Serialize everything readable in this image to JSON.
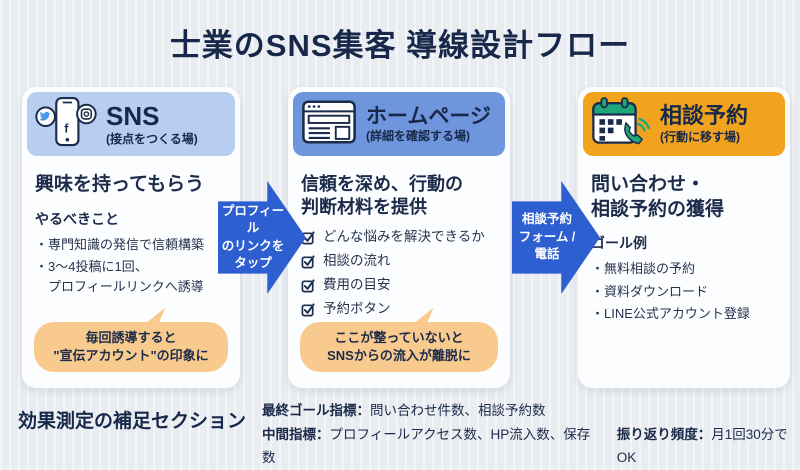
{
  "title": "士業のSNS集客 導線設計フロー",
  "colors": {
    "background": "#e9ecf1",
    "card": "#fcfdfe",
    "header_sns": "#b9cdf1",
    "header_homepage": "#6f96dd",
    "header_reservation": "#f1a31d",
    "arrow_blue": "#2d5fd0",
    "callout_orange": "#f8ca8d",
    "text_navy": "#17284a",
    "icon_green": "#1ea87a",
    "icon_twitter_blue": "#4a99e8"
  },
  "columns": [
    {
      "header": {
        "title": "SNS",
        "subtitle": "(接点をつくる場)",
        "icon": "smartphone-social-icon"
      },
      "heading": "興味を持ってもらう",
      "subheading": "やるべきこと",
      "bullets": [
        "・専門知識の発信で信頼構築",
        "・3〜4投稿に1回、\n　プロフィールリンクへ誘導"
      ],
      "callout": "毎回誘導すると\n\"宣伝アカウント\"の印象に"
    },
    {
      "header": {
        "title": "ホームページ",
        "subtitle": "(詳細を確認する場)",
        "icon": "browser-icon"
      },
      "heading": "信頼を深め、行動の\n判断材料を提供",
      "checklist": [
        "どんな悩みを解決できるか",
        "相談の流れ",
        "費用の目安",
        "予約ボタン"
      ],
      "callout": "ここが整っていないと\nSNSからの流入が離脱に"
    },
    {
      "header": {
        "title": "相談予約",
        "subtitle": "(行動に移す場)",
        "icon": "calendar-phone-icon"
      },
      "heading": "問い合わせ・\n相談予約の獲得",
      "subheading": "ゴール例",
      "bullets": [
        "・無料相談の予約",
        "・資料ダウンロード",
        "・LINE公式アカウント登録"
      ]
    }
  ],
  "arrows": [
    {
      "label": "プロフィール\nのリンクを\nタップ"
    },
    {
      "label": "相談予約\nフォーム /\n電話"
    }
  ],
  "footer": {
    "section_title": "効果測定の補足セクション",
    "metric1_label": "最終ゴール指標：",
    "metric1_value": "問い合わせ件数、相談予約数",
    "metric2_label": "中間指標：",
    "metric2_value": "プロフィールアクセス数、HP流入数、保存数",
    "metric3_label": "振り返り頻度：",
    "metric3_value": "月1回30分でOK"
  }
}
